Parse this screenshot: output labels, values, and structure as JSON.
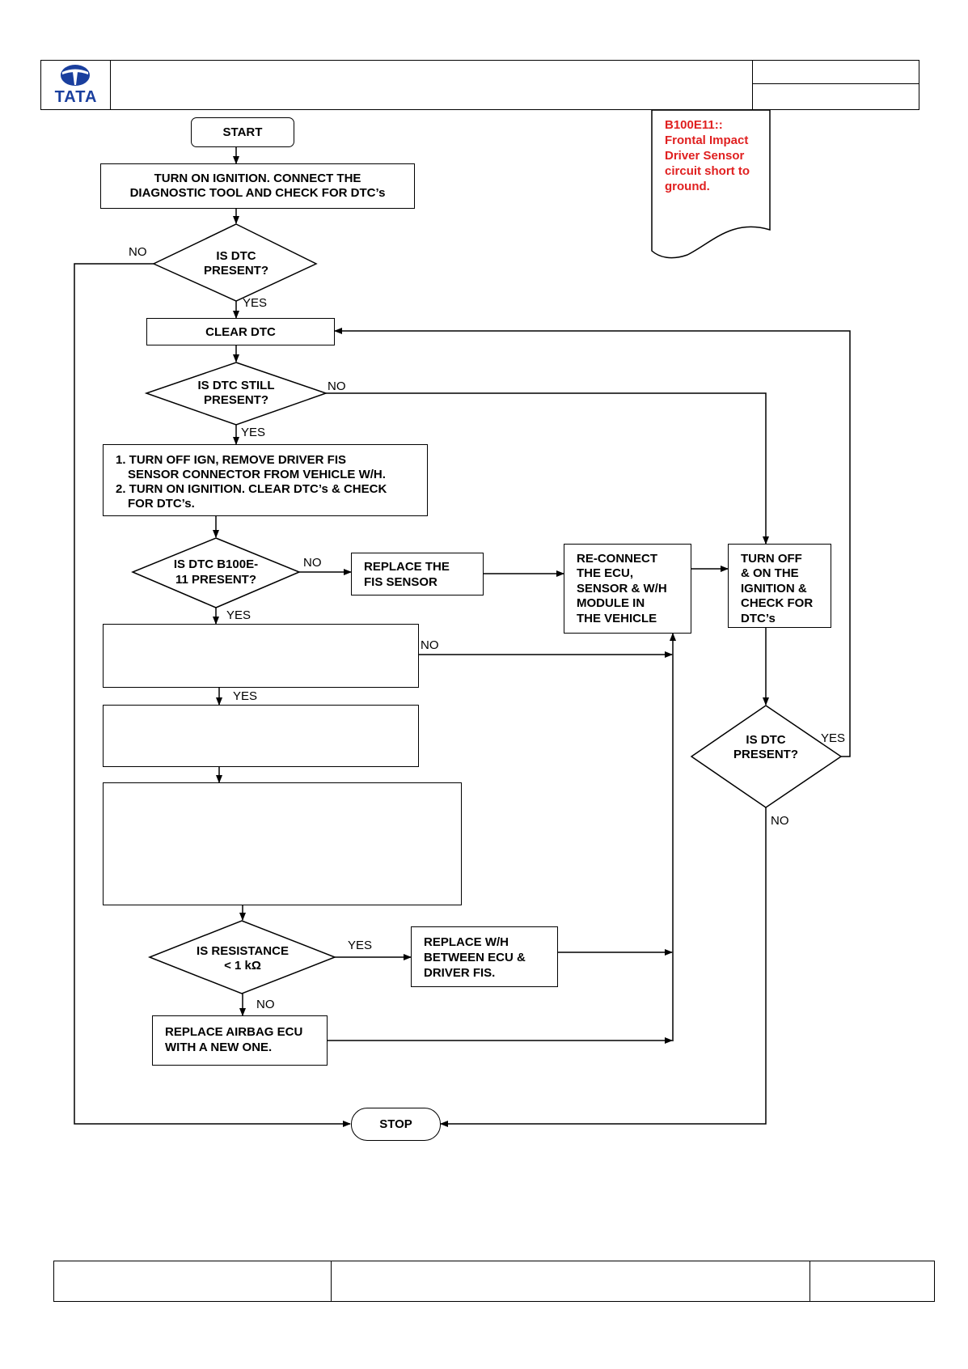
{
  "header": {
    "logo_text": "TATA",
    "title": "",
    "right_top": "",
    "right_bottom": ""
  },
  "dtc_note": {
    "lines": [
      "B100E11::",
      "Frontal Impact",
      "Driver Sensor",
      "circuit short to",
      "ground."
    ],
    "color": "#e02020"
  },
  "flow": {
    "start": "START",
    "step_connect": [
      "TURN ON IGNITION. CONNECT THE",
      "DIAGNOSTIC TOOL AND CHECK FOR DTC’s"
    ],
    "q_dtc_present": [
      "IS DTC",
      "PRESENT?"
    ],
    "clear_dtc": "CLEAR DTC",
    "q_dtc_still": [
      "IS DTC STILL",
      "PRESENT?"
    ],
    "step_remove": [
      "1. TURN OFF IGN, REMOVE DRIVER FIS",
      "SENSOR CONNECTOR FROM VEHICLE W/H.",
      "2. TURN ON IGNITION. CLEAR DTC’s & CHECK",
      "FOR DTC’s."
    ],
    "q_b100e11": [
      "IS DTC B100E-",
      "11 PRESENT?"
    ],
    "replace_fis": [
      "REPLACE THE",
      "FIS SENSOR"
    ],
    "reconnect": [
      "RE-CONNECT",
      "THE ECU,",
      "SENSOR & W/H",
      "MODULE IN",
      "THE VEHICLE"
    ],
    "turn_off_on": [
      "TURN OFF",
      "& ON THE",
      "IGNITION &",
      "CHECK FOR",
      "DTC’s"
    ],
    "q_dtc_present_2": [
      "IS DTC",
      "PRESENT?"
    ],
    "q_resistance": [
      "IS RESISTANCE",
      "< 1 kΩ"
    ],
    "replace_wh": [
      "REPLACE W/H",
      "BETWEEN ECU &",
      "DRIVER FIS."
    ],
    "replace_ecu": [
      "REPLACE AIRBAG ECU",
      "WITH A NEW ONE."
    ],
    "stop": "STOP",
    "blank_box_1": "",
    "blank_box_2": "",
    "blank_box_3": ""
  },
  "labels": {
    "no": "NO",
    "yes": "YES"
  },
  "footer": {
    "left": "",
    "center": "",
    "right": ""
  }
}
